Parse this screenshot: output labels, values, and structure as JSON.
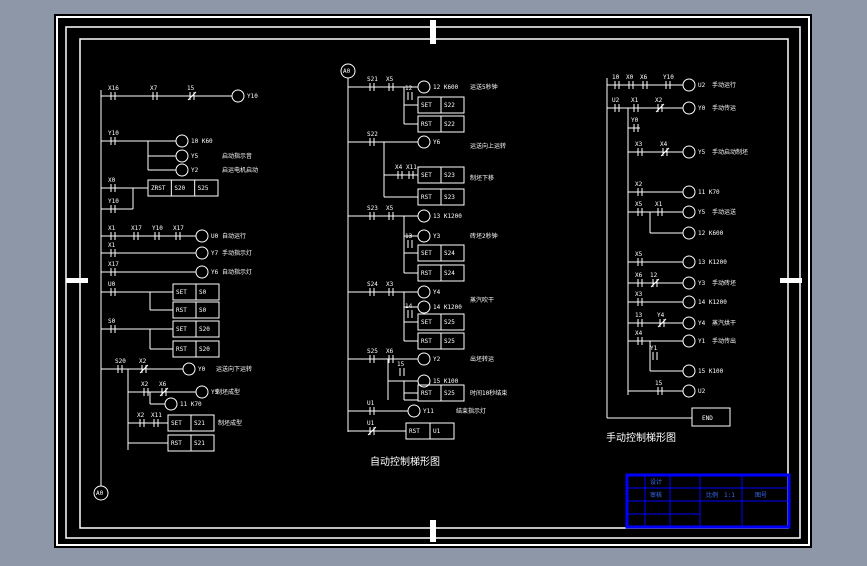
{
  "captions": {
    "auto_ladder": "自动控制梯形图",
    "manual_ladder": "手动控制梯形图"
  },
  "left_ladder": {
    "contacts": [
      "X16",
      "X7",
      "15",
      "Y10",
      "X0",
      "Y10",
      "X1",
      "X17",
      "Y10",
      "X1",
      "X17",
      "X17",
      "U0",
      "S0",
      "S20",
      "X2",
      "X2",
      "X6",
      "X2",
      "X11"
    ],
    "coils": [
      "Y10",
      "10 K60",
      "Y5",
      "Y2",
      "U0",
      "Y7",
      "Y6",
      "Y0",
      "Y5",
      "11 K70"
    ],
    "boxes": [
      "ZRST S20 S25",
      "SET S0",
      "RST S0",
      "SET S20",
      "RST S20",
      "SET S21",
      "RST S21"
    ],
    "notes": [
      "启动指示音",
      "启运电机启动",
      "自动运行",
      "手动指示灯",
      "自动指示灯",
      "运送向下运转",
      "制坯成型",
      "制坯成型"
    ]
  },
  "auto_ladder": {
    "contacts": [
      "S21",
      "X5",
      "12",
      "S22",
      "X4",
      "X11",
      "S23",
      "X5",
      "13",
      "S24",
      "X3",
      "14",
      "S25",
      "X6",
      "15",
      "U1",
      "U1"
    ],
    "coils": [
      "12 K600",
      "Y6",
      "13 K1200",
      "Y3",
      "Y4",
      "14 K1200",
      "Y2",
      "15 K100",
      "Y11"
    ],
    "boxes": [
      "SET S22",
      "RST S22",
      "SET S23",
      "RST S23",
      "SET S24",
      "RST S24",
      "SET S25",
      "RST S25",
      "RST S25",
      "RST U1",
      "RST U1"
    ],
    "notes": [
      "运送5秒钟",
      "运送向上运转",
      "制坯下移",
      "砖坯2秒钟",
      "蒸汽吹干",
      "出坯转运",
      "时间10秒结束",
      "结束指示灯"
    ]
  },
  "manual_ladder": {
    "contacts": [
      "10",
      "X0",
      "X6",
      "Y10",
      "U2",
      "X1",
      "X2",
      "Y0",
      "X3",
      "X4",
      "X2",
      "X5",
      "X1",
      "X5",
      "X6",
      "12",
      "X3",
      "Y3",
      "13",
      "Y4",
      "X4",
      "14",
      "Y1",
      "X6",
      "15"
    ],
    "coils": [
      "U2",
      "Y0",
      "Y5",
      "11 K70",
      "Y5",
      "12 K600",
      "13 K1200",
      "Y3",
      "14 K1200",
      "Y4",
      "Y1",
      "15 K100",
      "U2"
    ],
    "end_box": "END",
    "notes": [
      "手动运行",
      "手动传运",
      "手动启动制坯",
      "手动运送",
      "手动砖坯",
      "蒸汽烘干",
      "手动传出"
    ]
  },
  "title_block": {
    "cells": [
      "设计",
      "审核",
      "比例",
      "1:1",
      "图号"
    ],
    "accent_color": "#0000ff"
  },
  "markers": {
    "start_left": "A0",
    "start_auto": "A0"
  }
}
